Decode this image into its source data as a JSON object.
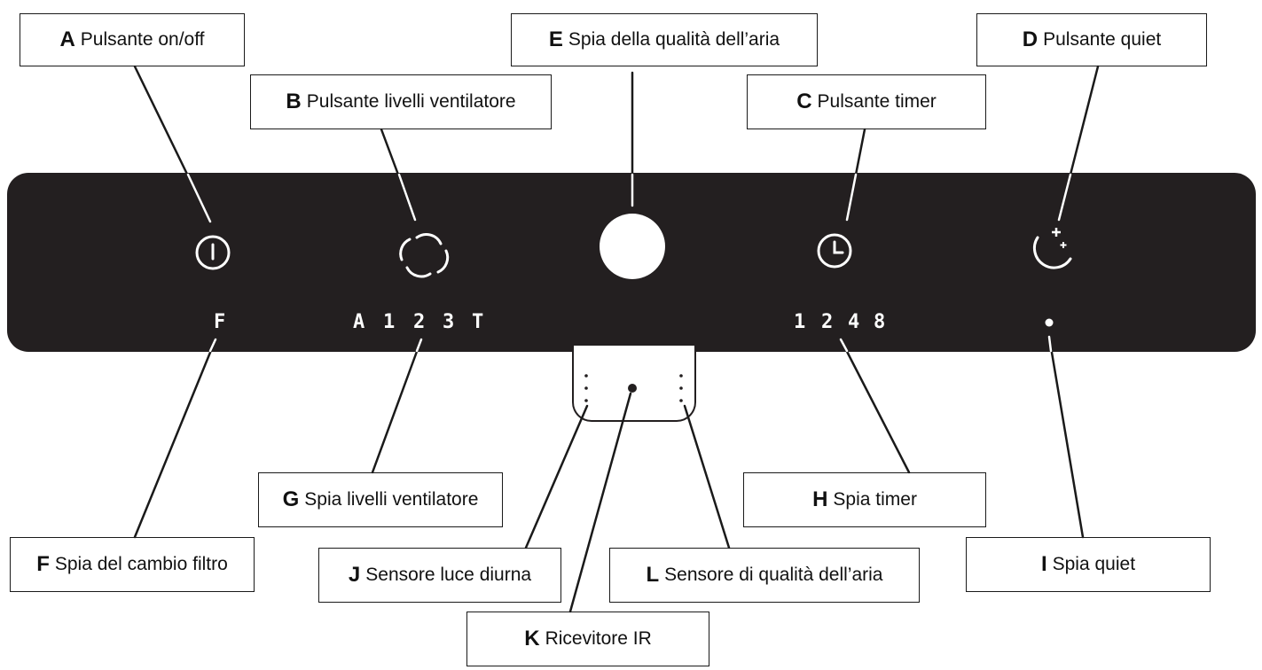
{
  "callouts": {
    "A": {
      "letter": "A",
      "label": "Pulsante on/off"
    },
    "B": {
      "letter": "B",
      "label": "Pulsante livelli ventilatore"
    },
    "C": {
      "letter": "C",
      "label": "Pulsante timer"
    },
    "D": {
      "letter": "D",
      "label": "Pulsante quiet"
    },
    "E": {
      "letter": "E",
      "label": "Spia della qualità dell’aria"
    },
    "F": {
      "letter": "F",
      "label": "Spia del cambio filtro"
    },
    "G": {
      "letter": "G",
      "label": "Spia livelli ventilatore"
    },
    "H": {
      "letter": "H",
      "label": "Spia timer"
    },
    "I": {
      "letter": "I",
      "label": "Spia quiet"
    },
    "J": {
      "letter": "J",
      "label": "Sensore luce diurna"
    },
    "K": {
      "letter": "K",
      "label": "Ricevitore IR"
    },
    "L": {
      "letter": "L",
      "label": "Sensore di qualità dell’aria"
    }
  },
  "panel": {
    "filter_indicator": "F",
    "fan_levels": [
      "A",
      "1",
      "2",
      "3",
      "T"
    ],
    "timer_levels": [
      "1",
      "2",
      "4",
      "8"
    ],
    "icons": [
      "power-icon",
      "fan-icon",
      "air-quality-light",
      "clock-icon",
      "moon-icon"
    ]
  },
  "colors": {
    "panel": "#231f20",
    "indicator": "#ffffff"
  }
}
